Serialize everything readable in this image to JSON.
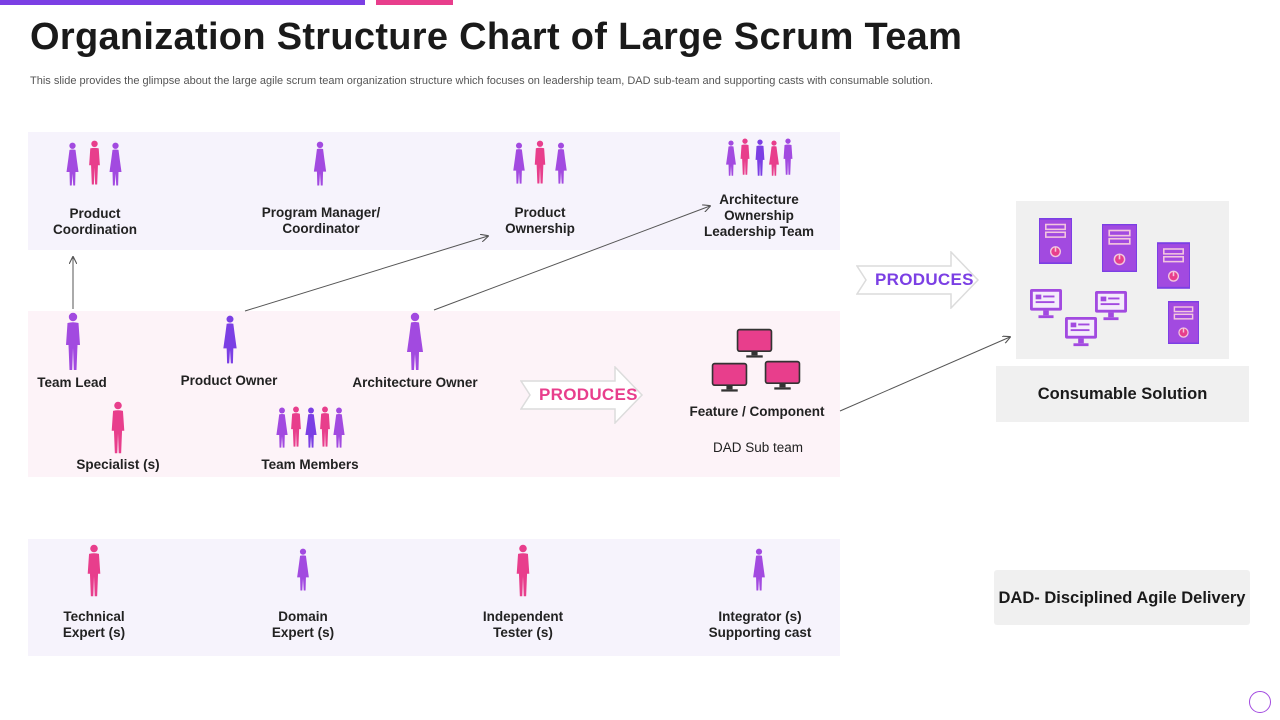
{
  "title": "Organization Structure Chart of Large Scrum Team",
  "subtitle": "This slide provides the glimpse about the large agile scrum team organization structure which focuses on leadership team, DAD sub-team and supporting casts with consumable solution.",
  "leadership": {
    "product_coordination": {
      "line1": "Product",
      "line2": "Coordination"
    },
    "program_manager": {
      "line1": "Program Manager/",
      "line2": "Coordinator"
    },
    "product_ownership": {
      "line1": "Product",
      "line2": "Ownership"
    },
    "architecture_ownership": {
      "line1": "Architecture",
      "line2": "Ownership",
      "line3": "Leadership Team"
    }
  },
  "dad_team": {
    "team_lead": "Team Lead",
    "product_owner": "Product Owner",
    "architecture_owner": "Architecture Owner",
    "specialists": "Specialist (s)",
    "team_members": "Team Members",
    "produces": "PRODUCES",
    "feature_component": "Feature / Component",
    "sub_team": "DAD Sub team"
  },
  "supporting": {
    "technical": {
      "line1": "Technical",
      "line2": "Expert (s)"
    },
    "domain": {
      "line1": "Domain",
      "line2": "Expert (s)"
    },
    "tester": {
      "line1": "Independent",
      "line2": "Tester (s)"
    },
    "integrator": {
      "line1": "Integrator (s)",
      "line2": "Supporting cast"
    }
  },
  "right_panel": {
    "produces": "PRODUCES",
    "consumable_solution": "Consumable Solution",
    "dad_definition": "DAD- Disciplined Agile Delivery"
  },
  "colors": {
    "purple": "#7b3fe4",
    "pink": "#e83e8c",
    "violet": "#a24ae0"
  }
}
